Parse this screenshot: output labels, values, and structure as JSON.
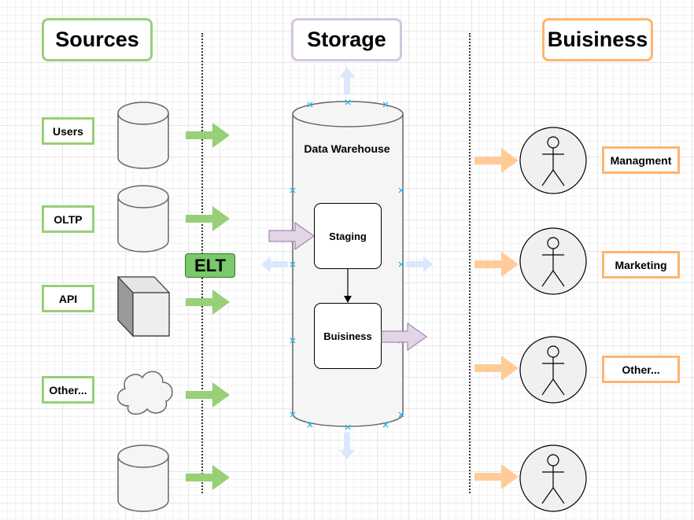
{
  "headers": {
    "sources": "Sources",
    "storage": "Storage",
    "business": "Buisiness"
  },
  "sources": [
    "Users",
    "OLTP",
    "API",
    "Other..."
  ],
  "elt_label": "ELT",
  "warehouse": {
    "title": "Data Warehouse",
    "staging": "Staging",
    "business": "Buisiness"
  },
  "consumers": [
    "Managment",
    "Marketing",
    "Other..."
  ],
  "colors": {
    "sources": "#97d077",
    "storage": "#d5c6e0",
    "business": "#ffb570",
    "elt_fill": "#7ac96a",
    "hover_arrow": "#dae8fc"
  },
  "icons": {
    "source_shapes": [
      "database-icon",
      "database-icon",
      "cube-icon",
      "cloud-icon",
      "database-icon"
    ],
    "consumer_shapes": [
      "person-icon",
      "person-icon",
      "person-icon",
      "person-icon"
    ]
  }
}
